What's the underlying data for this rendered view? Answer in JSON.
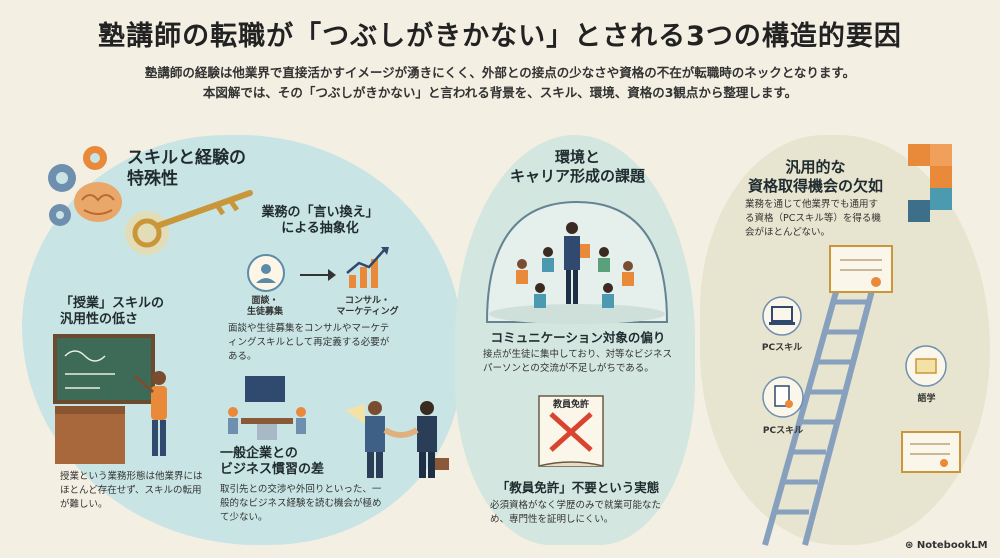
{
  "header": {
    "title": "塾講師の転職が「つぶしがきかない」とされる3つの構造的要因",
    "subtitle_1": "塾講師の経験は他業界で直接活かすイメージが湧きにくく、外部との接点の少なさや資格の不在が転職時のネックとなります。",
    "subtitle_2": "本図解では、その「つぶしがきかない」と言われる背景を、スキル、環境、資格の3観点から整理します。"
  },
  "skills": {
    "heading_1": "スキルと経験の",
    "heading_2": "特殊性",
    "rephrase_title_1": "業務の「言い換え」",
    "rephrase_title_2": "による抽象化",
    "from_label_1": "面談・",
    "from_label_2": "生徒募集",
    "to_label_1": "コンサル・",
    "to_label_2": "マーケティング",
    "rephrase_desc": "面談や生徒募集をコンサルやマーケティングスキルとして再定義する必要がある。",
    "lesson_title_1": "「授業」スキルの",
    "lesson_title_2": "汎用性の低さ",
    "lesson_desc": "授業という業務形態は他業界にはほとんど存在せず、スキルの転用が難しい。",
    "business_title_1": "一般企業との",
    "business_title_2": "ビジネス慣習の差",
    "business_desc": "取引先との交渉や外回りといった、一般的なビジネス経験を読む機会が極めて少ない。"
  },
  "environment": {
    "heading_1": "環境と",
    "heading_2": "キャリア形成の課題",
    "comm_title": "コミュニケーション対象の偏り",
    "comm_desc": "接点が生徒に集中しており、対等なビジネスパーソンとの交流が不足しがちである。",
    "license_badge": "教員免許",
    "license_title": "「教員免許」不要という実態",
    "license_desc": "必須資格がなく学歴のみで就業可能なため、専門性を証明しにくい。"
  },
  "qualification": {
    "heading_1": "汎用的な",
    "heading_2": "資格取得機会の欠如",
    "desc": "業務を通じて他業界でも通用する資格（PCスキル等）を得る機会がほとんどない。",
    "label_pc_1": "PCスキル",
    "label_pc_2": "PCスキル",
    "label_lang": "語学"
  },
  "footer": {
    "brand": "NotebookLM"
  },
  "colors": {
    "background": "#f4efe3",
    "left_blob": "#c9e4e4",
    "mid_blob": "#d3e6df",
    "right_blob": "#e7e4cf",
    "ladder": "#86a0bd",
    "accent_orange": "#e9893a",
    "navy": "#2f4a6e"
  }
}
